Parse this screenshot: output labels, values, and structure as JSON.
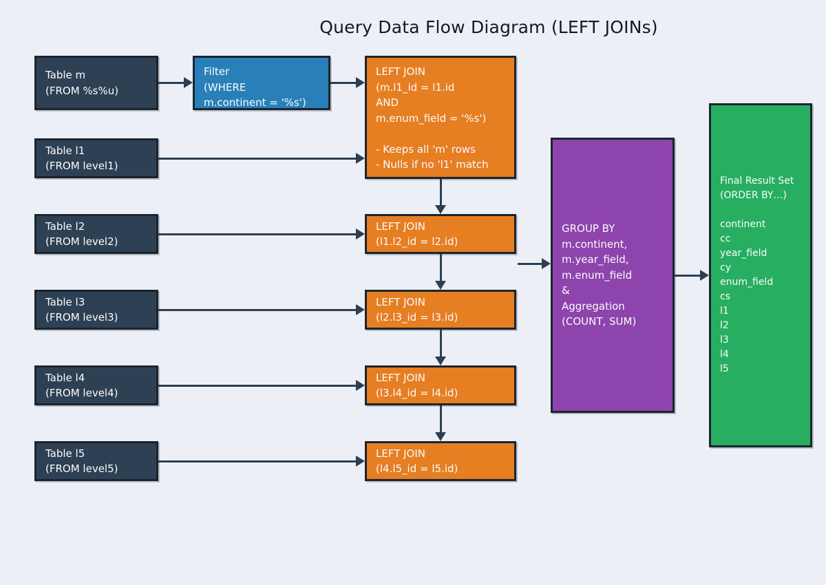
{
  "title": "Query Data Flow Diagram (LEFT JOINs)",
  "colors": {
    "background": "#ECF0F6",
    "dark": "#2E4053",
    "blue": "#2980B9",
    "orange": "#E67E22",
    "purple": "#8E44AD",
    "green": "#27AE60",
    "border": "#1A2430",
    "arrow": "#2C3E50",
    "title": "#15181D",
    "text": "#FAFBFC"
  },
  "nodes": {
    "table_m": {
      "lines": [
        "Table m",
        "(FROM %s%u)"
      ]
    },
    "filter": {
      "lines": [
        "Filter",
        "(WHERE",
        "m.continent = '%s')"
      ]
    },
    "join1": {
      "lines": [
        "LEFT JOIN",
        "(m.l1_id = l1.id",
        "AND",
        "m.enum_field = '%s')",
        "",
        "- Keeps all 'm' rows",
        "- Nulls if no 'l1' match"
      ]
    },
    "table_l1": {
      "lines": [
        "Table l1",
        "(FROM level1)"
      ]
    },
    "table_l2": {
      "lines": [
        "Table l2",
        "(FROM level2)"
      ]
    },
    "table_l3": {
      "lines": [
        "Table l3",
        "(FROM level3)"
      ]
    },
    "table_l4": {
      "lines": [
        "Table l4",
        "(FROM level4)"
      ]
    },
    "table_l5": {
      "lines": [
        "Table l5",
        "(FROM level5)"
      ]
    },
    "join2": {
      "lines": [
        "LEFT JOIN",
        "(l1.l2_id = l2.id)"
      ]
    },
    "join3": {
      "lines": [
        "LEFT JOIN",
        "(l2.l3_id = l3.id)"
      ]
    },
    "join4": {
      "lines": [
        "LEFT JOIN",
        "(l3.l4_id = l4.id)"
      ]
    },
    "join5": {
      "lines": [
        "LEFT JOIN",
        "(l4.l5_id = l5.id)"
      ]
    },
    "group_by": {
      "lines": [
        "GROUP BY",
        "m.continent,",
        "m.year_field,",
        "m.enum_field",
        "&",
        "Aggregation",
        "(COUNT, SUM)"
      ]
    },
    "result": {
      "lines": [
        "Final Result Set",
        "(ORDER BY…)",
        "",
        "continent",
        "cc",
        "year_field",
        "cy",
        "enum_field",
        "cs",
        "l1",
        "l2",
        "l3",
        "l4",
        "l5"
      ]
    }
  }
}
